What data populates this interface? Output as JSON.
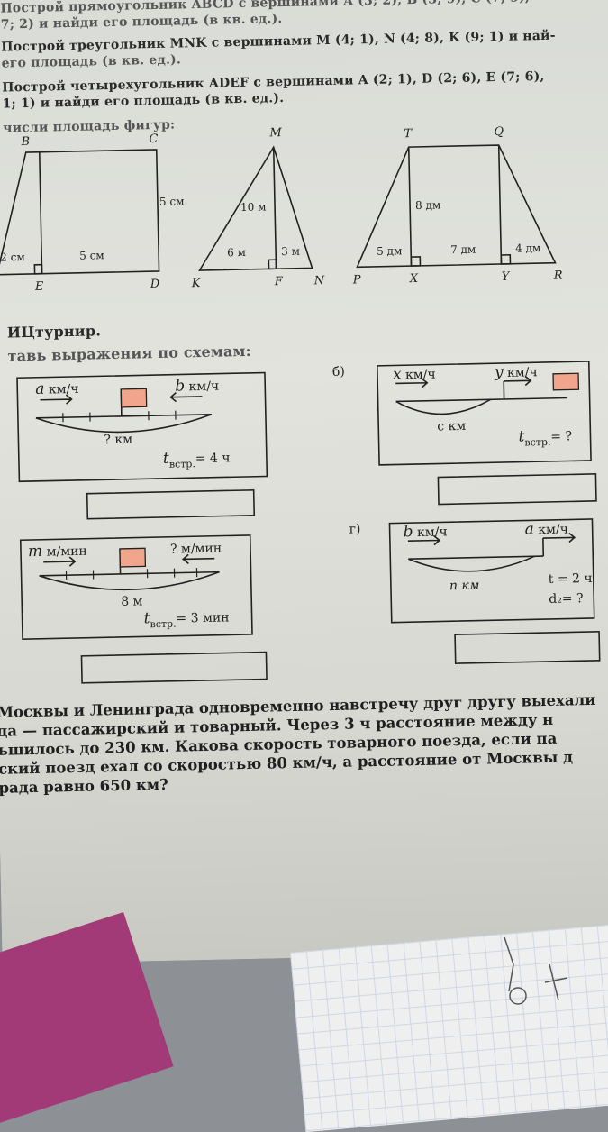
{
  "tasks": {
    "t1a": "Построй прямоугольник ABCD с вершинами  A (3; 2),  B (3; 9),  C (7; 9),",
    "t1b": "7; 2) и найди его площадь (в кв. ед.).",
    "t2a": "Построй треугольник MNK с вершинами M (4; 1),  N (4; 8),  K (9; 1) и най-",
    "t2b": "его площадь (в кв. ед.).",
    "t3a": "Построй четырехугольник ADEF с вершинами  A (2; 1),  D (2; 6),  E (7; 6),",
    "t3b": "1; 1) и найди его площадь (в кв. ед.).",
    "t4": "числи площадь фигур:",
    "t5": "ИЦтурнир.",
    "t6": "тавь выражения по схемам:"
  },
  "figures": {
    "fig1": {
      "B": "B",
      "C": "C",
      "E": "E",
      "D": "D",
      "left": "2 см",
      "bottom": "5 см",
      "right": "5 см"
    },
    "fig2": {
      "M": "M",
      "K": "K",
      "F": "F",
      "N": "N",
      "height": "10 м",
      "left": "6 м",
      "right": "3 м"
    },
    "fig3": {
      "T": "T",
      "Q": "Q",
      "P": "P",
      "X": "X",
      "Y": "Y",
      "R": "R",
      "height": "8 дм",
      "a": "5 дм",
      "b": "7 дм",
      "c": "4 дм"
    }
  },
  "schemes": {
    "a": {
      "left_speed_var": "a",
      "left_unit": "км/ч",
      "right_speed_var": "b",
      "right_unit": "км/ч",
      "distance": "? км",
      "time": "= 4 ч"
    },
    "b": {
      "label": "б)",
      "left_speed_var": "x",
      "left_unit": "км/ч",
      "right_speed_var": "y",
      "right_unit": "км/ч",
      "distance": "с км",
      "time": "= ?"
    },
    "v": {
      "left_speed_var": "m",
      "left_unit": "м/мин",
      "right_speed": "? м/мин",
      "distance": "8 м",
      "time": "= 3 мин"
    },
    "g": {
      "label": "г)",
      "left_speed_var": "b",
      "left_unit": "км/ч",
      "right_speed_var": "a",
      "right_unit": "км/ч",
      "distance": "n км",
      "time": "t = 2 ч",
      "d2": "d₂= ?"
    },
    "t_sym": "t",
    "t_sub": "встр."
  },
  "problem": [
    "Москвы и Ленинграда одновременно навстречу друг другу выехали",
    "да — пассажирский и товарный. Через 3 ч расстояние между н",
    "ьшилось до 230 км. Какова скорость товарного поезда, если па",
    "ский поезд ехал со скоростью 80 км/ч, а расстояние от Москвы д",
    "рада равно 650 км?"
  ]
}
